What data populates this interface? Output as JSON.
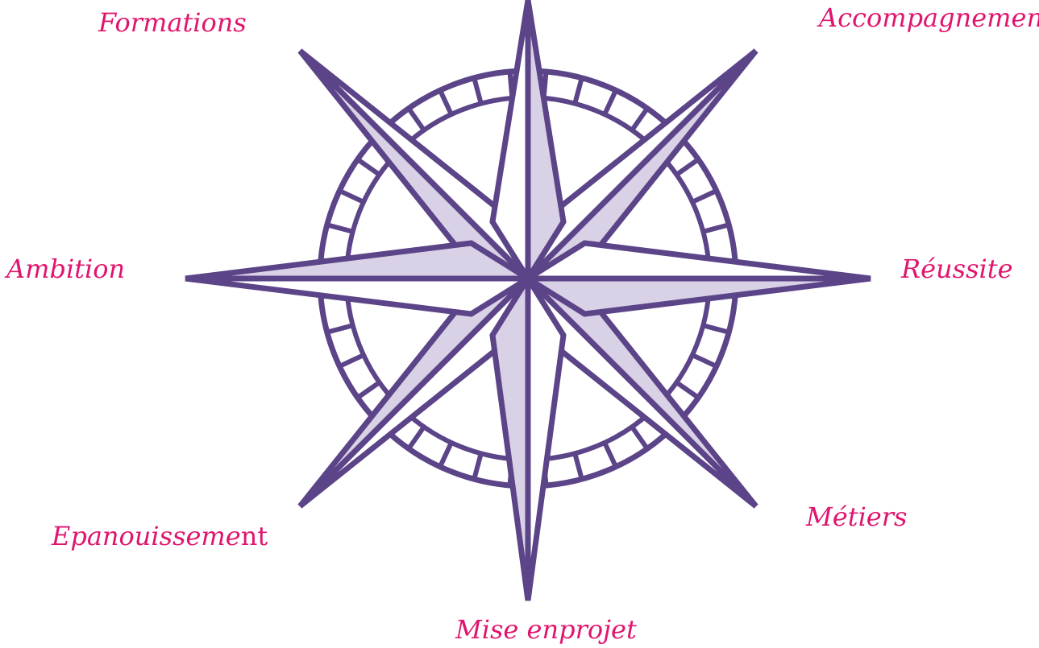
{
  "labels": {
    "top_left": "Formations",
    "top_right": "Accompagnement",
    "left": "Ambition",
    "right": "Réussite",
    "bottom_left_italic": "Epanouisseme",
    "bottom_left_upright": "nt",
    "bottom_right": "Métiers",
    "bottom": "Mise enprojet"
  },
  "colors": {
    "label": "#e0156e",
    "compass_stroke": "#5b4488",
    "compass_fill": "#ffffff",
    "compass_shade": "#d9d1e6"
  },
  "icon": "compass-rose-icon"
}
